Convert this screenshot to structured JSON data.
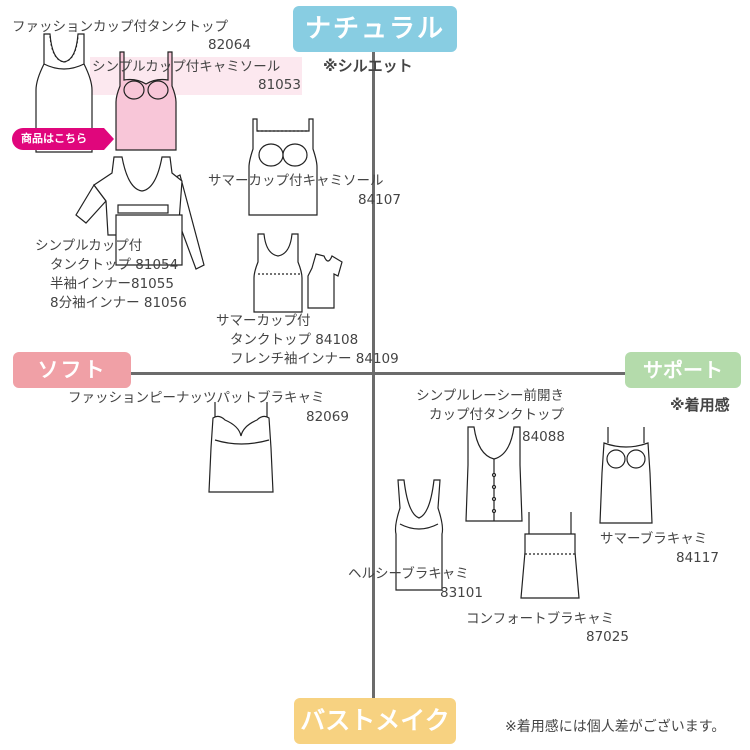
{
  "axes": {
    "top": "ナチュラル",
    "top_note": "※シルエット",
    "left": "ソフト",
    "right": "サポート",
    "right_note": "※着用感",
    "bottom": "バストメイク"
  },
  "footnote": "※着用感には個人差がございます。",
  "shop_button": "商品はこちら",
  "products": [
    {
      "name": "ファッションカップ付タンクトップ",
      "code": "82064"
    },
    {
      "name": "シンプルカップ付キャミソール",
      "code": "81053"
    },
    {
      "name": "サマーカップ付キャミソール",
      "code": "84107"
    },
    {
      "lines": [
        "シンプルカップ付",
        "タンクトップ 81054",
        "半袖インナー81055",
        "8分袖インナー 81056"
      ]
    },
    {
      "lines": [
        "サマーカップ付",
        "タンクトップ 84108",
        "フレンチ袖インナー 84109"
      ]
    },
    {
      "name": "ファッションピーナッツパットブラキャミ",
      "code": "82069"
    },
    {
      "lines": [
        "シンプルレーシー前開き",
        "カップ付タンクトップ"
      ],
      "code": "84088"
    },
    {
      "name": "サマーブラキャミ",
      "code": "84117"
    },
    {
      "name": "ヘルシーブラキャミ",
      "code": "83101"
    },
    {
      "name": "コンフォートブラキャミ",
      "code": "87025"
    }
  ],
  "colors": {
    "top_label": "#88cde2",
    "left_label": "#f0a0a6",
    "right_label": "#b4dbab",
    "bottom_label": "#f7d281",
    "highlight": "#fce8ef",
    "shop_button": "#e0067c"
  }
}
